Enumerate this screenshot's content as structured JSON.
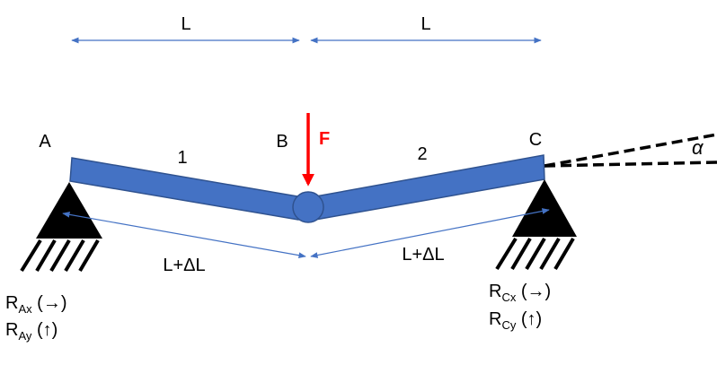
{
  "dimensions": {
    "top_left": "L",
    "top_right": "L"
  },
  "nodes": {
    "a": "A",
    "b": "B",
    "c": "C"
  },
  "members": {
    "m1": "1",
    "m2": "2"
  },
  "force": {
    "label": "F",
    "color": "#ff0000"
  },
  "angle": {
    "symbol": "α"
  },
  "elongation": {
    "left": "L+ΔL",
    "right": "L+ΔL"
  },
  "reactions": {
    "a_x": {
      "base": "R",
      "sub": "Ax",
      "dir": " (→)"
    },
    "a_y": {
      "base": "R",
      "sub": "Ay",
      "dir": " (↑)"
    },
    "c_x": {
      "base": "R",
      "sub": "Cx",
      "dir": " (→)"
    },
    "c_y": {
      "base": "R",
      "sub": "Cy",
      "dir": " (↑)"
    }
  },
  "colors": {
    "beam_fill": "#4472c4",
    "beam_stroke": "#2f528f",
    "dim_line": "#4472c4",
    "support": "#000000"
  }
}
